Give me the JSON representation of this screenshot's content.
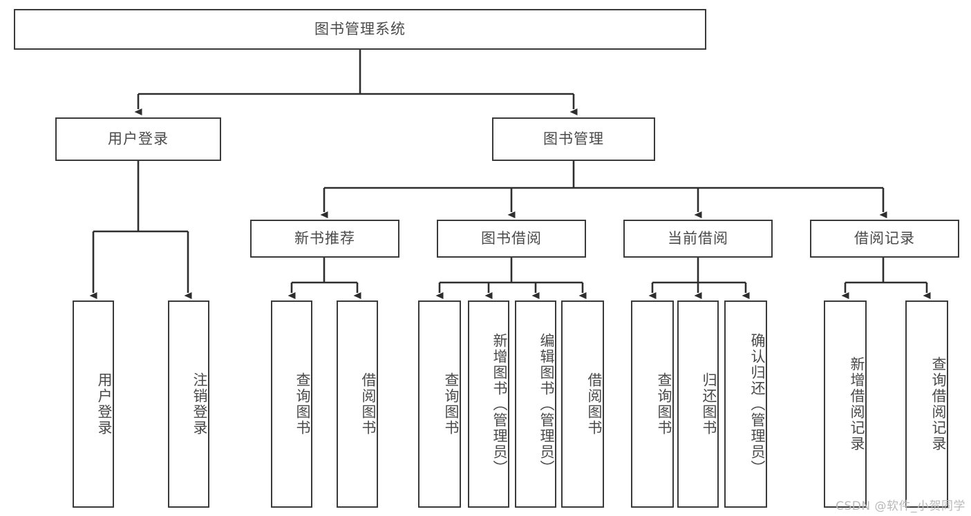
{
  "diagram": {
    "type": "tree-hierarchy",
    "title": "图书管理系统",
    "orientation": "top-down",
    "edge_color": "#3a3a3a",
    "node_border_color": "#3a3a3a",
    "node_fill_color": "#ffffff",
    "text_color": "#4a4a4a"
  },
  "root": {
    "label": "图书管理系统"
  },
  "level1": [
    {
      "id": "user-login",
      "label": "用户登录"
    },
    {
      "id": "book-manage",
      "label": "图书管理"
    }
  ],
  "level2": [
    {
      "id": "new-book-recommend",
      "label": "新书推荐",
      "parent": "book-manage"
    },
    {
      "id": "book-borrow",
      "label": "图书借阅",
      "parent": "book-manage"
    },
    {
      "id": "current-borrow",
      "label": "当前借阅",
      "parent": "book-manage"
    },
    {
      "id": "borrow-record",
      "label": "借阅记录",
      "parent": "book-manage"
    }
  ],
  "leaves": {
    "user_login": [
      {
        "id": "leaf-user-login",
        "label": "用户登录"
      },
      {
        "id": "leaf-user-logout",
        "label": "注销登录"
      }
    ],
    "new_book_recommend": [
      {
        "id": "leaf-query-book-1",
        "label": "查询图书"
      },
      {
        "id": "leaf-borrow-book-1",
        "label": "借阅图书"
      }
    ],
    "book_borrow": [
      {
        "id": "leaf-query-book-2",
        "label": "查询图书"
      },
      {
        "id": "leaf-add-book",
        "label": "新增图书（管理员）"
      },
      {
        "id": "leaf-edit-book",
        "label": "编辑图书（管理员）"
      },
      {
        "id": "leaf-borrow-book-2",
        "label": "借阅图书"
      }
    ],
    "current_borrow": [
      {
        "id": "leaf-query-book-3",
        "label": "查询图书"
      },
      {
        "id": "leaf-return-book",
        "label": "归还图书"
      },
      {
        "id": "leaf-confirm-return",
        "label": "确认归还（管理员）"
      }
    ],
    "borrow_record": [
      {
        "id": "leaf-add-record",
        "label": "新增借阅记录"
      },
      {
        "id": "leaf-query-record",
        "label": "查询借阅记录"
      }
    ]
  },
  "watermark": {
    "text": "CSDN @软件_小贺同学"
  }
}
